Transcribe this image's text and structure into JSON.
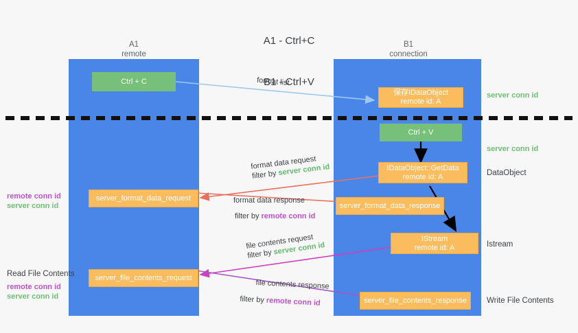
{
  "title": {
    "line1": "A1 - Ctrl+C",
    "line2": "B1 - Ctrl+V"
  },
  "lanes": [
    {
      "id": "a1",
      "header_line1": "A1",
      "header_line2": "remote",
      "color": "#4a86e8"
    },
    {
      "id": "b1",
      "header_line1": "B1",
      "header_line2": "connection",
      "color": "#4a86e8"
    }
  ],
  "boxes": {
    "ctrl_c": {
      "line1": "Ctrl + C",
      "line2": "",
      "color": "#76c07a"
    },
    "ctrl_v": {
      "line1": "Ctrl + V",
      "line2": "",
      "color": "#76c07a"
    },
    "save_idataobject": {
      "line1": "保存IDataObject",
      "line2": "remote id: A",
      "color": "#fbbc5e"
    },
    "getdata": {
      "line1": "IDataObject::GetData",
      "line2": "remote id: A",
      "color": "#fbbc5e"
    },
    "istream": {
      "line1": "IStream",
      "line2": "remote id: A",
      "color": "#fbbc5e"
    },
    "server_format_data_request": {
      "line1": "server_format_data_request",
      "line2": "",
      "color": "#fbbc5e"
    },
    "server_format_data_response": {
      "line1": "server_format_data_response",
      "line2": "",
      "color": "#fbbc5e"
    },
    "server_file_contents_request": {
      "line1": "server_file_contents_request",
      "line2": "",
      "color": "#fbbc5e"
    },
    "server_file_contents_response": {
      "line1": "server_file_contents_response",
      "line2": "",
      "color": "#fbbc5e"
    }
  },
  "arrow_labels": {
    "format_list": "format list",
    "format_data_request": "format data request",
    "format_data_request_filter_prefix": "filter by ",
    "format_data_request_filter_value": "server conn id",
    "format_data_response": "format data response",
    "format_data_response_filter_prefix": "filter by ",
    "format_data_response_filter_value": "remote conn id",
    "file_contents_request": "file contents request",
    "file_contents_request_filter_prefix": "filter by ",
    "file_contents_request_filter_value": "server conn id",
    "file_contents_response": "file contents response",
    "file_contents_response_filter_prefix": "filter by ",
    "file_contents_response_filter_value": "remote conn id"
  },
  "right_labels": {
    "server_conn_id_top": "server conn id",
    "server_conn_id_mid": "server conn id",
    "dataobject": "DataObject",
    "istream": "Istream",
    "write_file_contents": "Write File Contents"
  },
  "left_labels": {
    "remote_conn_id_1": "remote conn id",
    "server_conn_id_1": "server conn id",
    "read_file_contents": "Read File Contents",
    "remote_conn_id_2": "remote conn id",
    "server_conn_id_2": "server conn id"
  },
  "colors": {
    "lane": "#4a86e8",
    "green_box": "#76c07a",
    "orange_box": "#fbbc5e",
    "green_text": "#5fbc6a",
    "magenta_text": "#c24fd0",
    "arrow_blue": "#9ec9ec",
    "arrow_red": "#e8705f",
    "arrow_magenta": "#cf3fbf",
    "arrow_purple": "#a855c8",
    "arrow_black": "#000000",
    "background": "#f7f7f7",
    "divider": "#111111"
  },
  "divider": {
    "style": "dashed",
    "label": ""
  }
}
